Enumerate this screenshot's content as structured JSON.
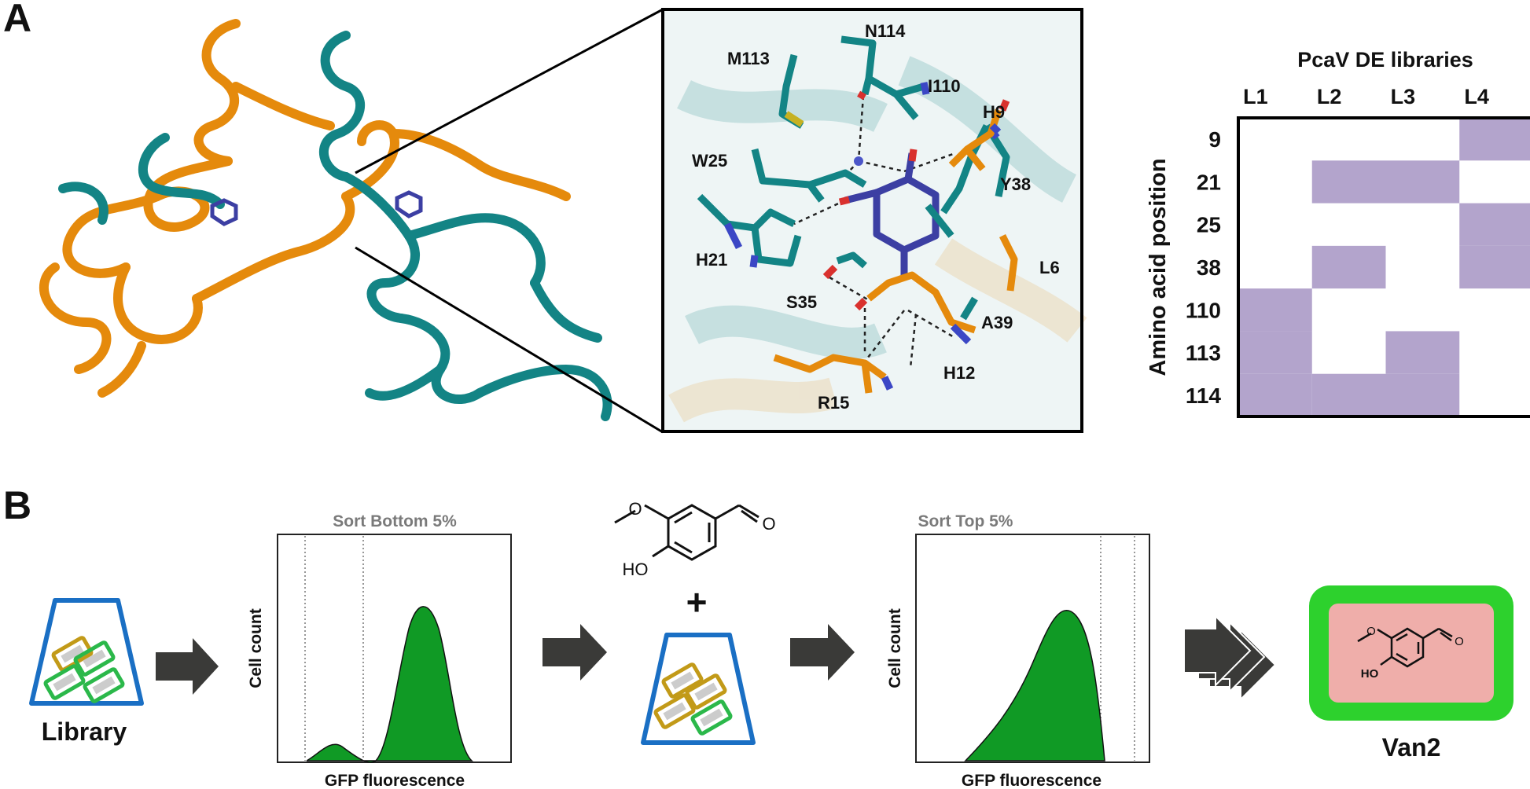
{
  "figure": {
    "panel_a_label": "A",
    "panel_b_label": "B"
  },
  "residues": [
    "N114",
    "M113",
    "I110",
    "H9",
    "W25",
    "Y38",
    "H21",
    "L6",
    "S35",
    "A39",
    "H12",
    "R15"
  ],
  "grid": {
    "title": "PcaV DE libraries",
    "ylabel": "Amino acid position",
    "columns": [
      "L1",
      "L2",
      "L3",
      "L4"
    ],
    "rows": [
      "9",
      "21",
      "25",
      "38",
      "110",
      "113",
      "114"
    ],
    "fill_color": "#b3a4cc",
    "cells": [
      [
        0,
        0,
        0,
        1
      ],
      [
        0,
        1,
        1,
        0
      ],
      [
        0,
        0,
        0,
        1
      ],
      [
        0,
        1,
        0,
        1
      ],
      [
        1,
        0,
        0,
        0
      ],
      [
        1,
        0,
        1,
        0
      ],
      [
        1,
        1,
        1,
        0
      ]
    ]
  },
  "workflow": {
    "library_label": "Library",
    "hist1_title": "Sort Bottom 5%",
    "hist2_title": "Sort Top 5%",
    "ylabel": "Cell count",
    "xlabel": "GFP fluorescence",
    "plus": "+",
    "product_label": "Van2",
    "molecule_labels": {
      "oh": "HO",
      "ald": "O"
    },
    "colors": {
      "gfp": "#109a25",
      "orange": "#e58a0c",
      "teal": "#138485",
      "blue": "#1a6fc4",
      "sensor_bg": "#efaeaa",
      "sensor_frame": "#2dd12d"
    }
  }
}
